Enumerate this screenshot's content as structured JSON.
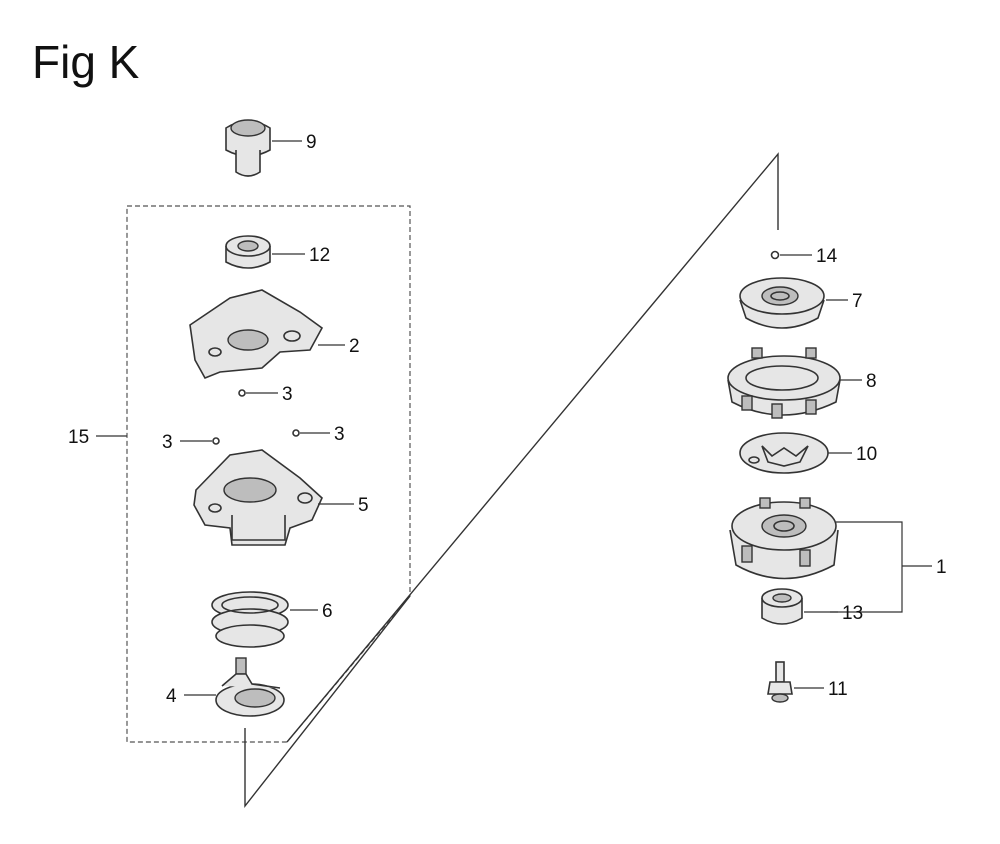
{
  "figure": {
    "title": "Fig K"
  },
  "callouts": {
    "c1": "1",
    "c2": "2",
    "c3a": "3",
    "c3b": "3",
    "c3c": "3",
    "c4": "4",
    "c5": "5",
    "c6": "6",
    "c7": "7",
    "c8": "8",
    "c9": "9",
    "c10": "10",
    "c11": "11",
    "c12": "12",
    "c13": "13",
    "c14": "14",
    "c15": "15"
  }
}
